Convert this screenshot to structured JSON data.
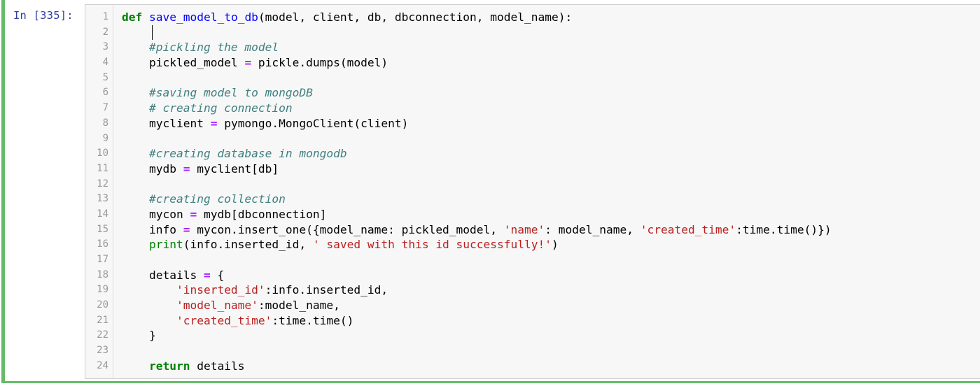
{
  "cell": {
    "prompt": "In [335]:",
    "lines": [
      {
        "n": "1",
        "tokens": [
          {
            "t": "def",
            "k": "kw"
          },
          {
            "t": " ",
            "k": "p"
          },
          {
            "t": "save_model_to_db",
            "k": "def"
          },
          {
            "t": "(model, client, db, dbconnection, model_name):",
            "k": "p"
          }
        ]
      },
      {
        "n": "2",
        "tokens": []
      },
      {
        "n": "3",
        "tokens": [
          {
            "t": "    ",
            "k": "p"
          },
          {
            "t": "#pickling the model",
            "k": "cm"
          }
        ]
      },
      {
        "n": "4",
        "tokens": [
          {
            "t": "    pickled_model ",
            "k": "p"
          },
          {
            "t": "=",
            "k": "op"
          },
          {
            "t": " pickle.dumps(model)",
            "k": "p"
          }
        ]
      },
      {
        "n": "5",
        "tokens": []
      },
      {
        "n": "6",
        "tokens": [
          {
            "t": "    ",
            "k": "p"
          },
          {
            "t": "#saving model to mongoDB",
            "k": "cm"
          }
        ]
      },
      {
        "n": "7",
        "tokens": [
          {
            "t": "    ",
            "k": "p"
          },
          {
            "t": "# creating connection",
            "k": "cm"
          }
        ]
      },
      {
        "n": "8",
        "tokens": [
          {
            "t": "    myclient ",
            "k": "p"
          },
          {
            "t": "=",
            "k": "op"
          },
          {
            "t": " pymongo.MongoClient(client)",
            "k": "p"
          }
        ]
      },
      {
        "n": "9",
        "tokens": []
      },
      {
        "n": "10",
        "tokens": [
          {
            "t": "    ",
            "k": "p"
          },
          {
            "t": "#creating database in mongodb",
            "k": "cm"
          }
        ]
      },
      {
        "n": "11",
        "tokens": [
          {
            "t": "    mydb ",
            "k": "p"
          },
          {
            "t": "=",
            "k": "op"
          },
          {
            "t": " myclient[db]",
            "k": "p"
          }
        ]
      },
      {
        "n": "12",
        "tokens": []
      },
      {
        "n": "13",
        "tokens": [
          {
            "t": "    ",
            "k": "p"
          },
          {
            "t": "#creating collection",
            "k": "cm"
          }
        ]
      },
      {
        "n": "14",
        "tokens": [
          {
            "t": "    mycon ",
            "k": "p"
          },
          {
            "t": "=",
            "k": "op"
          },
          {
            "t": " mydb[dbconnection]",
            "k": "p"
          }
        ]
      },
      {
        "n": "15",
        "tokens": [
          {
            "t": "    info ",
            "k": "p"
          },
          {
            "t": "=",
            "k": "op"
          },
          {
            "t": " mycon.insert_one({model_name: pickled_model, ",
            "k": "p"
          },
          {
            "t": "'name'",
            "k": "str"
          },
          {
            "t": ": model_name, ",
            "k": "p"
          },
          {
            "t": "'created_time'",
            "k": "str"
          },
          {
            "t": ":time.time()})",
            "k": "p"
          }
        ]
      },
      {
        "n": "16",
        "tokens": [
          {
            "t": "    ",
            "k": "p"
          },
          {
            "t": "print",
            "k": "bi"
          },
          {
            "t": "(info.inserted_id, ",
            "k": "p"
          },
          {
            "t": "' saved with this id successfully!'",
            "k": "str"
          },
          {
            "t": ")",
            "k": "p"
          }
        ]
      },
      {
        "n": "17",
        "tokens": []
      },
      {
        "n": "18",
        "tokens": [
          {
            "t": "    details ",
            "k": "p"
          },
          {
            "t": "=",
            "k": "op"
          },
          {
            "t": " {",
            "k": "p"
          }
        ]
      },
      {
        "n": "19",
        "tokens": [
          {
            "t": "        ",
            "k": "p"
          },
          {
            "t": "'inserted_id'",
            "k": "str"
          },
          {
            "t": ":info.inserted_id,",
            "k": "p"
          }
        ]
      },
      {
        "n": "20",
        "tokens": [
          {
            "t": "        ",
            "k": "p"
          },
          {
            "t": "'model_name'",
            "k": "str"
          },
          {
            "t": ":model_name,",
            "k": "p"
          }
        ]
      },
      {
        "n": "21",
        "tokens": [
          {
            "t": "        ",
            "k": "p"
          },
          {
            "t": "'created_time'",
            "k": "str"
          },
          {
            "t": ":time.time()",
            "k": "p"
          }
        ]
      },
      {
        "n": "22",
        "tokens": [
          {
            "t": "    }",
            "k": "p"
          }
        ]
      },
      {
        "n": "23",
        "tokens": []
      },
      {
        "n": "24",
        "tokens": [
          {
            "t": "    ",
            "k": "p"
          },
          {
            "t": "return",
            "k": "kw"
          },
          {
            "t": " details",
            "k": "p"
          }
        ]
      }
    ]
  },
  "colors": {
    "cell_border_selected": "#66bb6a",
    "prompt": "#303f9f",
    "keyword": "#008000",
    "function_name": "#0000ff",
    "comment": "#408080",
    "operator": "#aa22ff",
    "string": "#ba2121",
    "builtin": "#008000",
    "line_number": "#999999",
    "editor_background": "#f7f7f7"
  }
}
